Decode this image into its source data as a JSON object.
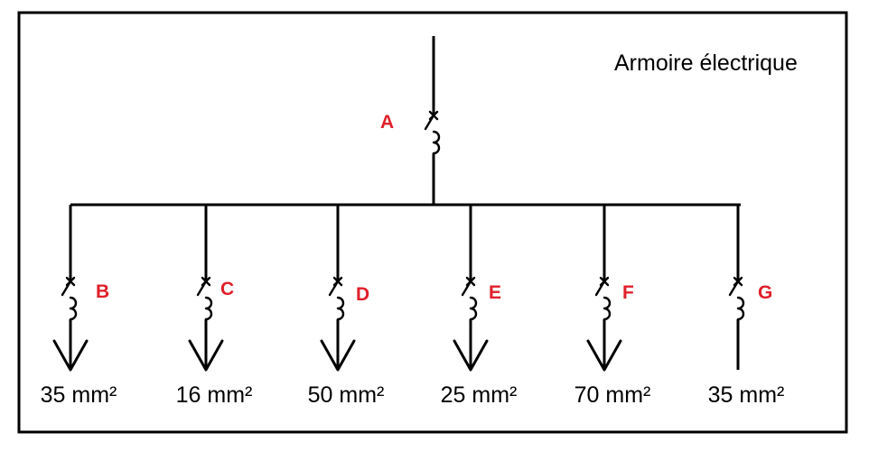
{
  "title": "Armoire électrique",
  "label_color": "#e0202a",
  "main_breaker": {
    "label": "A"
  },
  "feeders": [
    {
      "label": "B",
      "section": "35 mm²",
      "load_arrow": true
    },
    {
      "label": "C",
      "section": "16 mm²",
      "load_arrow": true
    },
    {
      "label": "D",
      "section": "50 mm²",
      "load_arrow": true
    },
    {
      "label": "E",
      "section": "25 mm²",
      "load_arrow": true
    },
    {
      "label": "F",
      "section": "70 mm²",
      "load_arrow": true
    },
    {
      "label": "G",
      "section": "35 mm²",
      "load_arrow": false
    }
  ]
}
